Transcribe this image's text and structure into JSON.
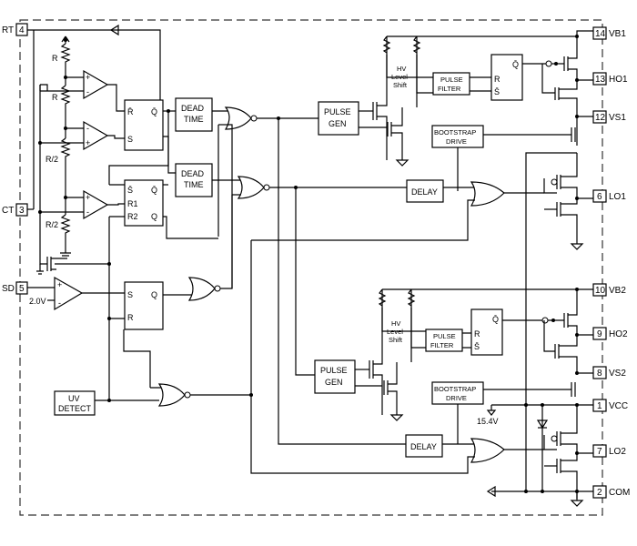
{
  "pins": {
    "rt": {
      "name": "RT",
      "num": "4"
    },
    "ct": {
      "name": "CT",
      "num": "3"
    },
    "sd": {
      "name": "SD",
      "num": "5"
    },
    "vb1": {
      "name": "VB1",
      "num": "14"
    },
    "ho1": {
      "name": "HO1",
      "num": "13"
    },
    "vs1": {
      "name": "VS1",
      "num": "12"
    },
    "lo1": {
      "name": "LO1",
      "num": "6"
    },
    "vb2": {
      "name": "VB2",
      "num": "10"
    },
    "ho2": {
      "name": "HO2",
      "num": "9"
    },
    "vs2": {
      "name": "VS2",
      "num": "8"
    },
    "vcc": {
      "name": "VCC",
      "num": "1"
    },
    "lo2": {
      "name": "LO2",
      "num": "7"
    },
    "com": {
      "name": "COM",
      "num": "2"
    }
  },
  "resistors": {
    "r_top": "R",
    "r_mid": "R",
    "r_half1": "R/2",
    "r_half2": "R/2"
  },
  "voltages": {
    "ref": "2.0V",
    "zener": "15.4V"
  },
  "ff1": {
    "r": "R̄",
    "q": "Q̄",
    "s": "S"
  },
  "ff2": {
    "s": "S̄",
    "q": "Q̄",
    "r1": "R1",
    "r2": "R2",
    "qq": "Q"
  },
  "ff3": {
    "s": "S",
    "q": "Q",
    "r": "R"
  },
  "dead_time": {
    "line1": "DEAD",
    "line2": "TIME"
  },
  "pulse_gen": {
    "line1": "PULSE",
    "line2": "GEN"
  },
  "delay": "DELAY",
  "hv_shift": {
    "line1": "HV",
    "line2": "Level",
    "line3": "Shift"
  },
  "pulse_filter": {
    "line1": "PULSE",
    "line2": "FILTER"
  },
  "hs_latch": {
    "q": "Q̄",
    "r": "R",
    "s": "S̄"
  },
  "bootstrap": {
    "line1": "BOOTSTRAP",
    "line2": "DRIVE"
  },
  "uv_detect": {
    "line1": "UV",
    "line2": "DETECT"
  }
}
